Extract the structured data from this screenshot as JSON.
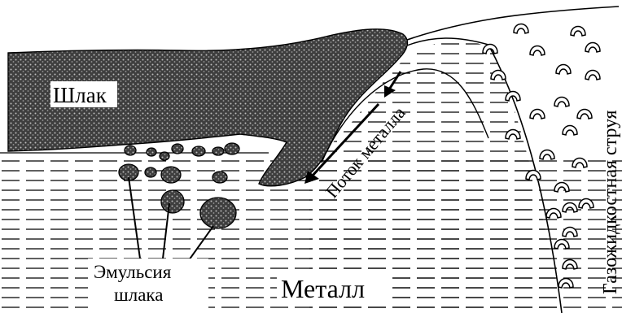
{
  "labels": {
    "slag": "Шлак",
    "metal_flow": "Поток металла",
    "emulsion_line1": "Эмульсия",
    "emulsion_line2": "шлака",
    "metal": "Металл",
    "jet": "Газожидкостная струя"
  },
  "colors": {
    "line": "#000000",
    "background": "#ffffff",
    "slag_fill": "#4a4a4a"
  }
}
